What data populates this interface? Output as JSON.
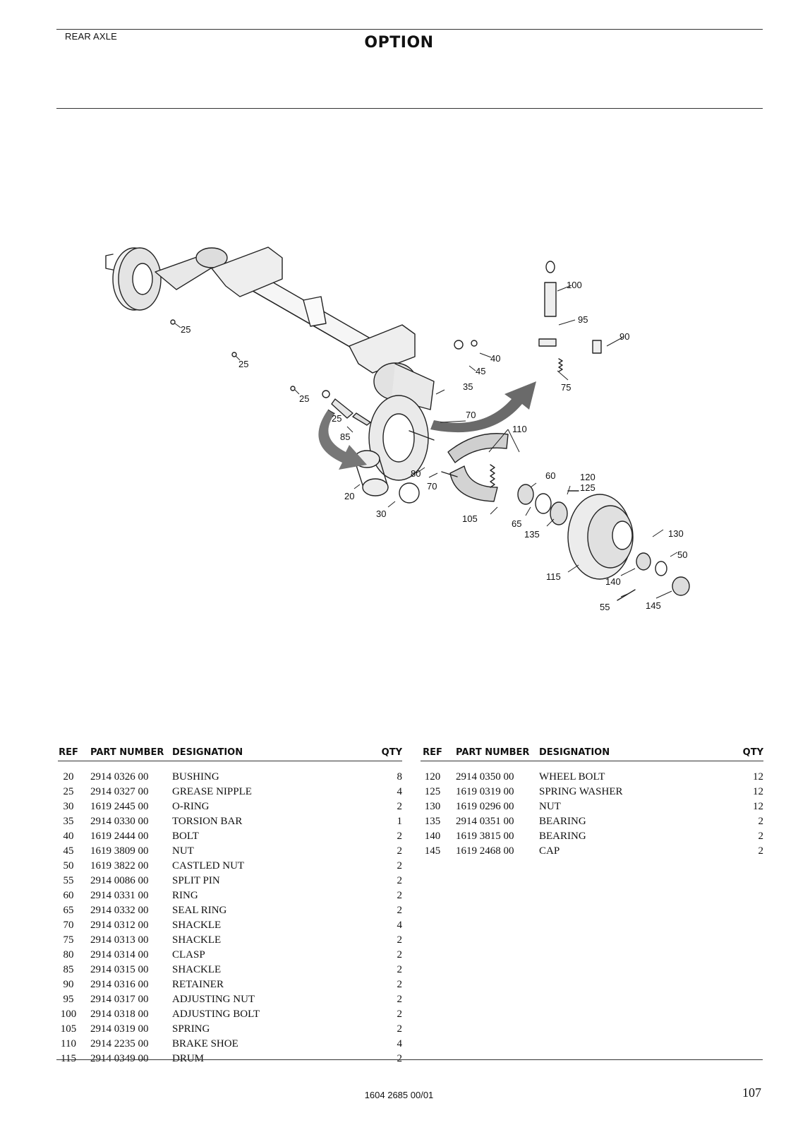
{
  "header": {
    "section": "REAR AXLE",
    "title": "OPTION"
  },
  "table": {
    "headers": {
      "ref": "REF",
      "part": "PART NUMBER",
      "designation": "DESIGNATION",
      "qty": "QTY"
    },
    "left": [
      {
        "ref": "20",
        "part": "2914 0326 00",
        "designation": "BUSHING",
        "qty": "8"
      },
      {
        "ref": "25",
        "part": "2914 0327 00",
        "designation": "GREASE NIPPLE",
        "qty": "4"
      },
      {
        "ref": "30",
        "part": "1619 2445 00",
        "designation": "O-RING",
        "qty": "2"
      },
      {
        "ref": "35",
        "part": "2914 0330 00",
        "designation": "TORSION  BAR",
        "qty": "1"
      },
      {
        "ref": "40",
        "part": "1619 2444 00",
        "designation": "BOLT",
        "qty": "2"
      },
      {
        "ref": "45",
        "part": "1619 3809 00",
        "designation": "NUT",
        "qty": "2"
      },
      {
        "ref": "50",
        "part": "1619 3822 00",
        "designation": "CASTLED NUT",
        "qty": "2"
      },
      {
        "ref": "55",
        "part": "2914 0086 00",
        "designation": "SPLIT PIN",
        "qty": "2"
      },
      {
        "ref": "60",
        "part": "2914 0331 00",
        "designation": "RING",
        "qty": "2"
      },
      {
        "ref": "65",
        "part": "2914 0332 00",
        "designation": "SEAL RING",
        "qty": "2"
      },
      {
        "ref": "70",
        "part": "2914 0312 00",
        "designation": "SHACKLE",
        "qty": "4"
      },
      {
        "ref": "75",
        "part": "2914 0313 00",
        "designation": "SHACKLE",
        "qty": "2"
      },
      {
        "ref": "80",
        "part": "2914 0314 00",
        "designation": "CLASP",
        "qty": "2"
      },
      {
        "ref": "85",
        "part": "2914 0315 00",
        "designation": "SHACKLE",
        "qty": "2"
      },
      {
        "ref": "90",
        "part": "2914 0316 00",
        "designation": "RETAINER",
        "qty": "2"
      },
      {
        "ref": "95",
        "part": "2914 0317 00",
        "designation": "ADJUSTING NUT",
        "qty": "2"
      },
      {
        "ref": "100",
        "part": "2914 0318 00",
        "designation": "ADJUSTING BOLT",
        "qty": "2"
      },
      {
        "ref": "105",
        "part": "2914 0319 00",
        "designation": "SPRING",
        "qty": "2"
      },
      {
        "ref": "110",
        "part": "2914 2235 00",
        "designation": "BRAKE SHOE",
        "qty": "4"
      },
      {
        "ref": "115",
        "part": "2914 0349 00",
        "designation": "DRUM",
        "qty": "2"
      }
    ],
    "right": [
      {
        "ref": "120",
        "part": "2914 0350 00",
        "designation": "WHEEL BOLT",
        "qty": "12"
      },
      {
        "ref": "125",
        "part": "1619 0319 00",
        "designation": "SPRING WASHER",
        "qty": "12"
      },
      {
        "ref": "130",
        "part": "1619 0296 00",
        "designation": "NUT",
        "qty": "12"
      },
      {
        "ref": "135",
        "part": "2914 0351 00",
        "designation": "BEARING",
        "qty": "2"
      },
      {
        "ref": "140",
        "part": "1619 3815 00",
        "designation": "BEARING",
        "qty": "2"
      },
      {
        "ref": "145",
        "part": "1619 2468 00",
        "designation": "CAP",
        "qty": "2"
      }
    ]
  },
  "diagram": {
    "callouts": [
      "100",
      "95",
      "90",
      "40",
      "45",
      "35",
      "75",
      "25",
      "25",
      "25",
      "25",
      "70",
      "110",
      "85",
      "80",
      "120",
      "125",
      "60",
      "20",
      "70",
      "30",
      "105",
      "65",
      "135",
      "130",
      "50",
      "115",
      "140",
      "55",
      "145"
    ]
  },
  "footer": {
    "doc_number": "1604 2685 00/01",
    "page_number": "107"
  }
}
